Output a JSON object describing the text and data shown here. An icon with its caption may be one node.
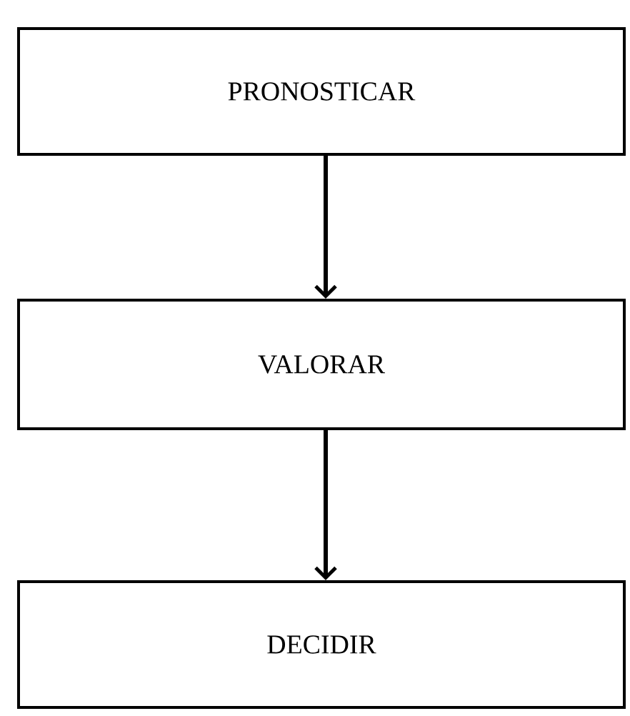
{
  "diagram": {
    "nodes": [
      {
        "text": [
          "PRONOSTICAR"
        ]
      },
      {
        "text": [
          "VALORAR"
        ]
      },
      {
        "text": [
          "DECIDIR"
        ]
      }
    ],
    "edges": [
      {
        "from": 0,
        "to": 1,
        "arrow": "to"
      },
      {
        "from": 1,
        "to": 2,
        "arrow": "to"
      }
    ]
  }
}
